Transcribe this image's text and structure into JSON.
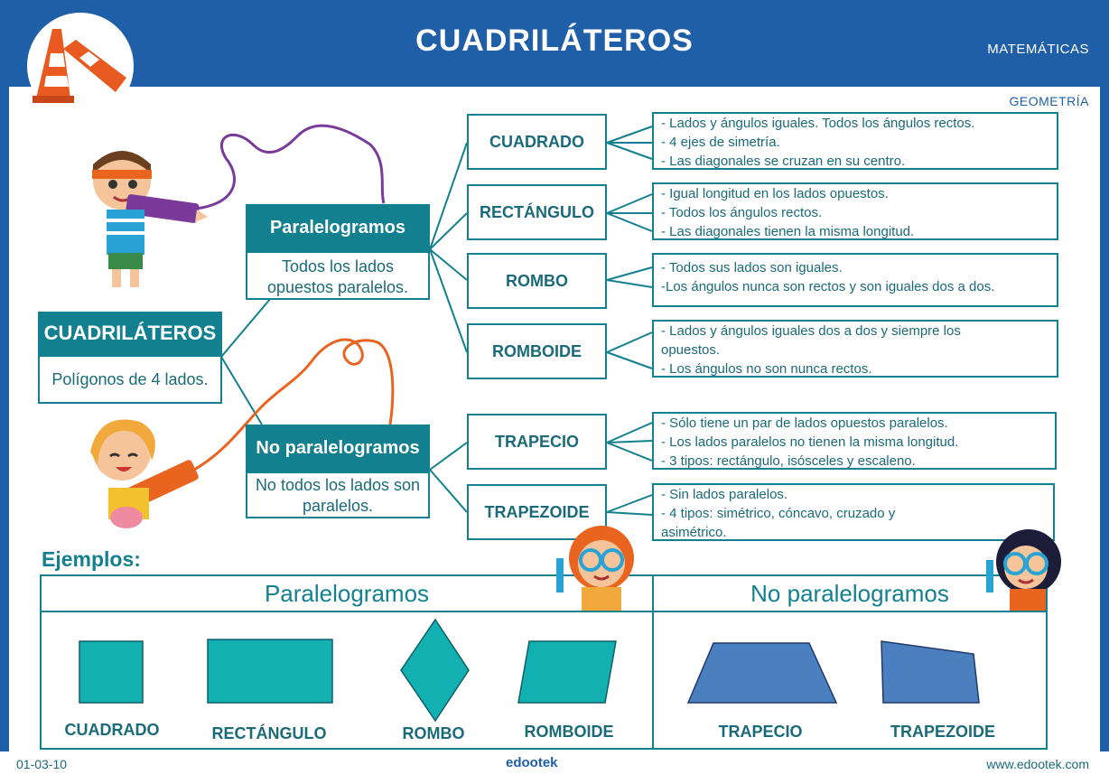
{
  "header": {
    "title": "CUADRILÁTEROS",
    "subject": "MATEMÁTICAS",
    "topic": "GEOMETRÍA"
  },
  "root": {
    "title": "CUADRILÁTEROS",
    "description": "Polígonos de 4 lados."
  },
  "groups": [
    {
      "title": "Paralelogramos",
      "description": "Todos los lados opuestos paralelos."
    },
    {
      "title": "No paralelogramos",
      "description": "No todos los lados son paralelos."
    }
  ],
  "types": [
    {
      "name": "CUADRADO",
      "lines": [
        "- Lados y ángulos iguales. Todos los ángulos rectos.",
        "- 4 ejes de simetría.",
        "- Las diagonales se cruzan en su centro."
      ]
    },
    {
      "name": "RECTÁNGULO",
      "lines": [
        "- Igual longitud en los lados opuestos.",
        "- Todos los ángulos rectos.",
        "- Las diagonales tienen la misma longitud."
      ]
    },
    {
      "name": "ROMBO",
      "lines": [
        "- Todos sus lados son iguales.",
        "-Los ángulos nunca son rectos y son iguales dos a dos."
      ]
    },
    {
      "name": "ROMBOIDE",
      "lines": [
        "- Lados y ángulos iguales dos a dos y siempre los",
        "opuestos.",
        "- Los ángulos no son nunca rectos."
      ]
    },
    {
      "name": "TRAPECIO",
      "lines": [
        "- Sólo tiene un par de lados opuestos paralelos.",
        "- Los lados paralelos no tienen la misma longitud.",
        "- 3 tipos: rectángulo, isósceles y escaleno."
      ]
    },
    {
      "name": "TRAPEZOIDE",
      "lines": [
        "- Sin lados paralelos.",
        "- 4 tipos: simétrico, cóncavo, cruzado y",
        "asimétrico."
      ]
    }
  ],
  "examples": {
    "heading": "Ejemplos:",
    "left_title": "Paralelogramos",
    "right_title": "No paralelogramos",
    "labels": [
      "CUADRADO",
      "RECTÁNGULO",
      "ROMBO",
      "ROMBOIDE",
      "TRAPECIO",
      "TRAPEZOIDE"
    ]
  },
  "footer": {
    "code": "01-03-10",
    "brand": "edootek",
    "website": "www.edootek.com"
  },
  "colors": {
    "frame": "#1f5fa8",
    "teal": "#13808f",
    "shape_teal": "#12b0b0",
    "shape_blue": "#4a7fc0"
  }
}
